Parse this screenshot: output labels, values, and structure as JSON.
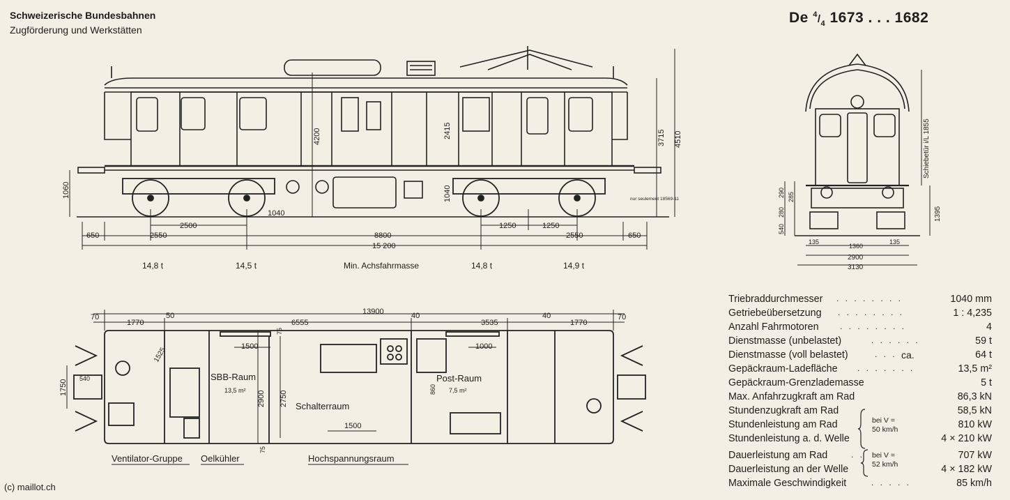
{
  "header": {
    "company": "Schweizerische Bundesbahnen",
    "department": "Zugförderung und Werkstätten",
    "title_prefix": "De",
    "title_fraction_num": "4",
    "title_fraction_den": "4",
    "title_numbers": "1673 . . . 1682"
  },
  "side_view": {
    "dim_total_length": "15 200",
    "dim_bogie_centers": "8800",
    "dim_left_overhang": "650",
    "dim_right_overhang": "650",
    "dim_left_wheelbase": "2550",
    "dim_right_wheelbase": "2550",
    "dim_axle_spacing": "2500",
    "dim_axle_a": "1250",
    "dim_axle_b": "1250",
    "dim_wheel": "1040",
    "dim_floor_height": "1060",
    "dim_height_4200": "4200",
    "dim_height_2415": "2415",
    "dim_height_1040": "1040",
    "dim_height_3715": "3715",
    "dim_height_4510": "4510",
    "note": "nur seulement 18569-11"
  },
  "axle_masses": {
    "label": "Min. Achsfahrmasse",
    "values": [
      "14,8 t",
      "14,5 t",
      "14,8 t",
      "14,9 t"
    ]
  },
  "end_view": {
    "label_schiebetur": "Schiebetür i/L 1855",
    "dim_1395": "1395",
    "dim_290": "290",
    "dim_285": "285",
    "dim_280": "280",
    "dim_540": "540",
    "dim_135_left": "135",
    "dim_1360": "1360",
    "dim_135_right": "135",
    "dim_2900": "2900",
    "dim_3130": "3130"
  },
  "plan_view": {
    "dim_overall": "13900",
    "dim_70_left": "70",
    "dim_1770_left": "1770",
    "dim_50": "50",
    "dim_6555": "6555",
    "dim_40_a": "40",
    "dim_3535": "3535",
    "dim_40_b": "40",
    "dim_1770_right": "1770",
    "dim_70_right": "70",
    "dim_1500_a": "1500",
    "dim_1000": "1000",
    "dim_1500_b": "1500",
    "dim_1750": "1750",
    "dim_2900": "2900",
    "dim_2750": "2750",
    "dim_75_top": "75",
    "dim_75_bottom": "75",
    "dim_860": "860",
    "dim_1525": "1525",
    "dim_540": "540",
    "area_sbb": "13,5 m²",
    "area_post": "7,5 m²",
    "room_sbb": "SBB-Raum",
    "room_post": "Post-Raum",
    "room_switch": "Schalterraum",
    "label_fan": "Ventilator-Gruppe",
    "label_oil": "Oelkühler",
    "label_hv": "Hochspannungsraum"
  },
  "specs": {
    "rows": [
      {
        "label": "Triebraddurchmesser",
        "value": "1040 mm"
      },
      {
        "label": "Getriebeübersetzung",
        "value": "1 : 4,235"
      },
      {
        "label": "Anzahl Fahrmotoren",
        "value": "4"
      },
      {
        "label": "Dienstmasse (unbelastet)",
        "value": "59 t"
      },
      {
        "label": "Dienstmasse (voll belastet)",
        "value": "64 t",
        "note": "ca."
      },
      {
        "label": "Gepäckraum-Ladefläche",
        "value": "13,5 m²"
      },
      {
        "label": "Gepäckraum-Grenzlademasse",
        "value": "5 t"
      },
      {
        "label": "Max. Anfahrzugkraft am Rad",
        "value": "86,3 kN"
      },
      {
        "label": "Stundenzugkraft am Rad",
        "value": "58,5 kN"
      },
      {
        "label": "Stundenleistung am Rad",
        "value": "810 kW"
      },
      {
        "label": "Stundenleistung a. d. Welle",
        "value": "4 × 210 kW"
      },
      {
        "label": "Dauerleistung am Rad",
        "value": "707 kW"
      },
      {
        "label": "Dauerleistung an der Welle",
        "value": "4 × 182 kW"
      },
      {
        "label": "Maximale Geschwindigkeit",
        "value": "85 km/h"
      }
    ],
    "brace_hour_1": "bei V =",
    "brace_hour_2": "50 km/h",
    "brace_cont_1": "bei V =",
    "brace_cont_2": "52 km/h"
  },
  "credit": "(c) maillot.ch"
}
